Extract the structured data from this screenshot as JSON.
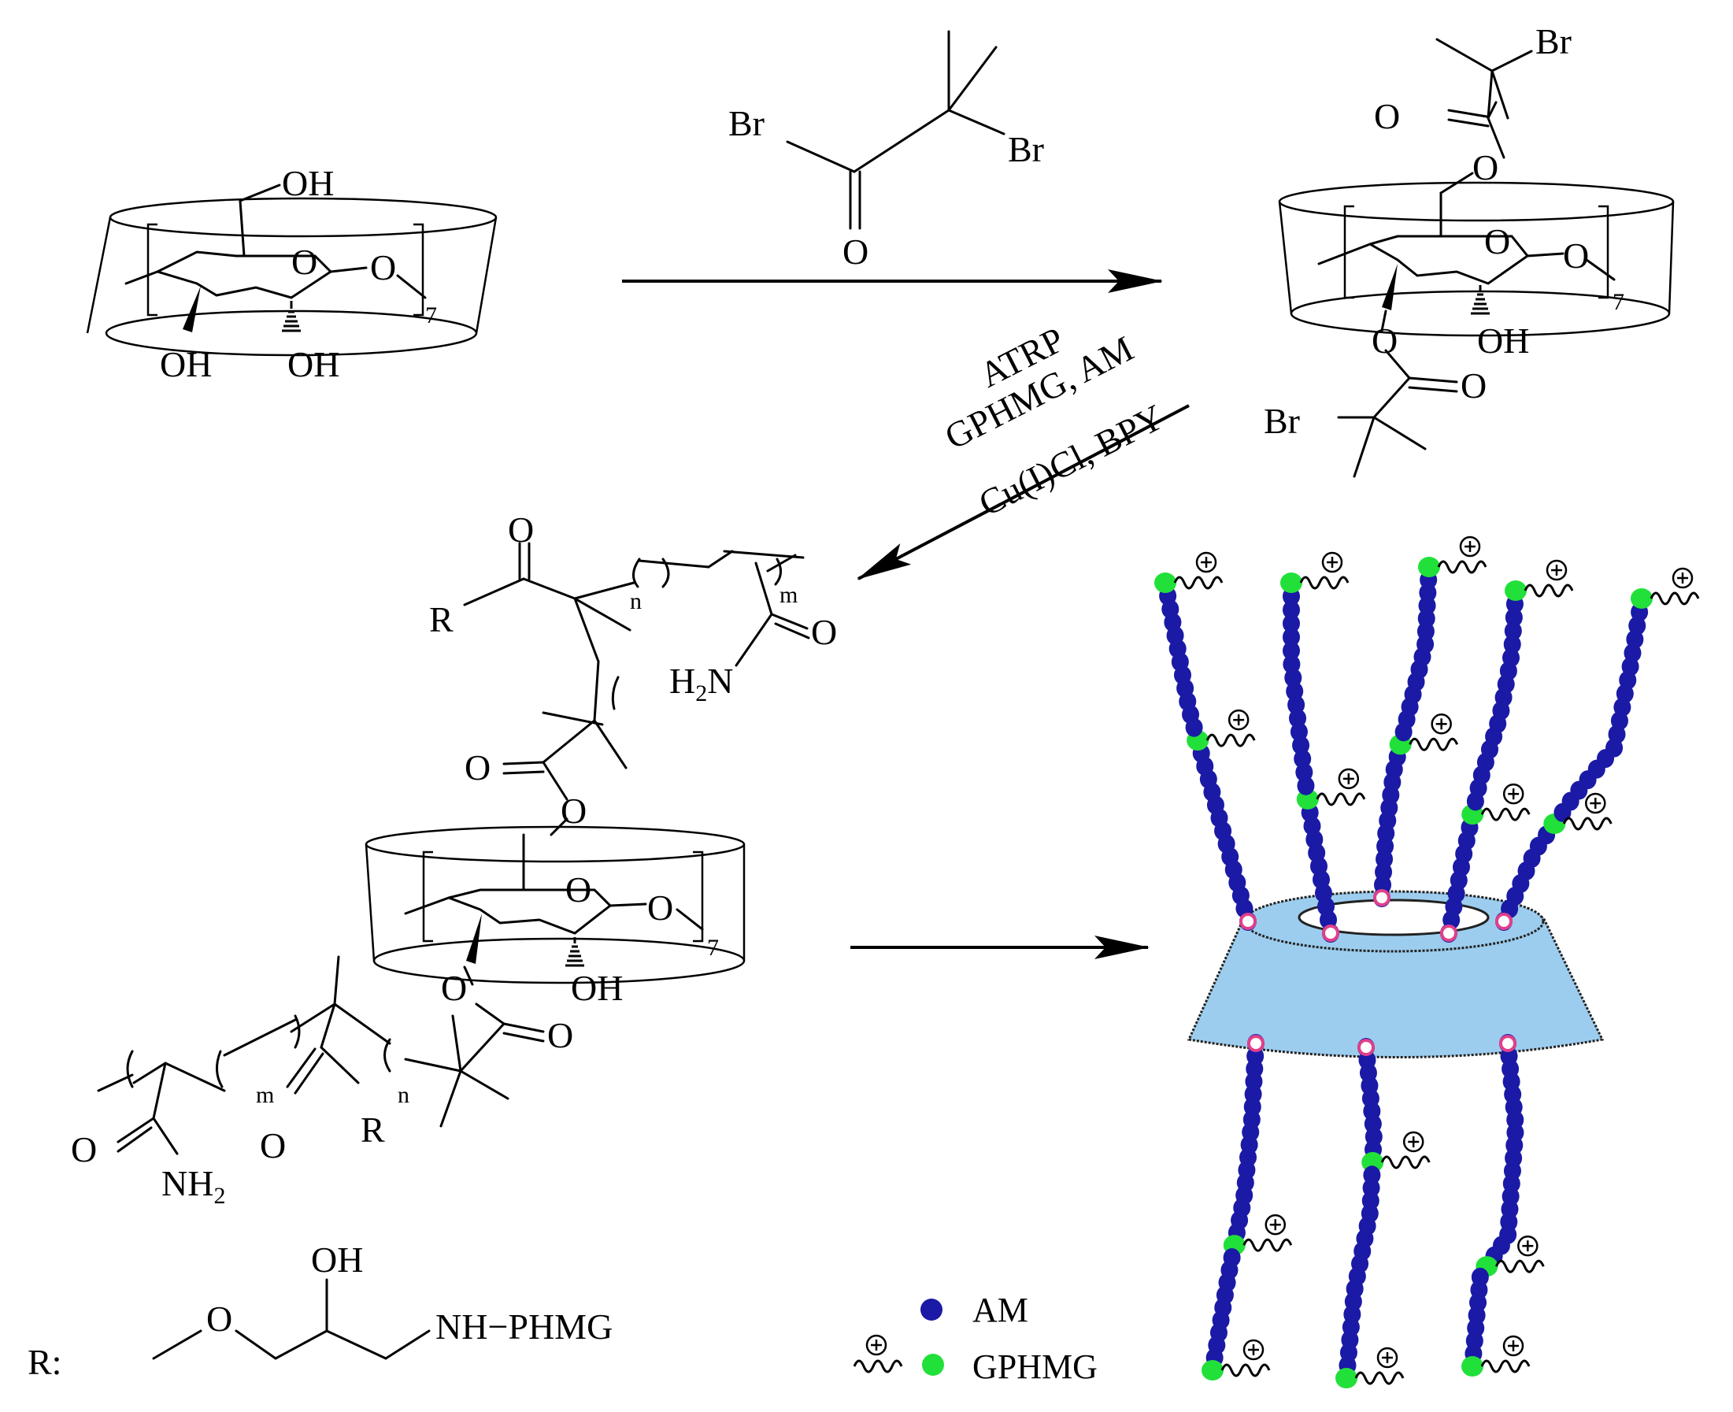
{
  "scheme": {
    "reactant1": {
      "oh_top": "OH",
      "ring_o": "O",
      "link_o": "O",
      "repeat": "7",
      "oh_left": "OH",
      "oh_right": "OH"
    },
    "reagent": {
      "br_left": "Br",
      "br_right": "Br",
      "carbonyl_o": "O"
    },
    "product1": {
      "br_top": "Br",
      "o_carbonyl_top": "O",
      "o_ester_top": "O",
      "ring_o": "O",
      "link_o": "O",
      "repeat": "7",
      "o_ester_bottom": "O",
      "oh": "OH",
      "o_carbonyl_bottom": "O",
      "br_bottom": "Br"
    },
    "conditions": {
      "line1": "ATRP",
      "line2": "GPHMG, AM",
      "line3": "Cu(I)Cl, BPY"
    },
    "product2": {
      "o_top": "O",
      "r_top": "R",
      "n_top": "n",
      "m_top": "m",
      "o_amide_top": "O",
      "h2n": "H",
      "h2n_sub": "2",
      "h2n_n": "N",
      "o_carbonyl_mid": "O",
      "o_ester_top": "O",
      "ring_o": "O",
      "link_o": "O",
      "repeat": "7",
      "o_ester_bottom": "O",
      "oh": "OH",
      "o_carbonyl_bottom": "O",
      "m_bottom": "m",
      "n_bottom": "n",
      "o_amide_bottom": "O",
      "nh2_nh": "NH",
      "nh2_sub": "2",
      "o_r_bottom": "O",
      "r_bottom": "R"
    },
    "r_group": {
      "label": "R:",
      "o": "O",
      "oh": "OH",
      "nh_phmg": "NH−PHMG"
    },
    "legend": {
      "am": "AM",
      "gphmg": "GPHMG"
    },
    "colors": {
      "am_bead": "#1a1aa6",
      "gphmg_bead": "#22e03a",
      "cone_fill": "#9dcdee",
      "anchor_ring": "#e0408a"
    }
  }
}
